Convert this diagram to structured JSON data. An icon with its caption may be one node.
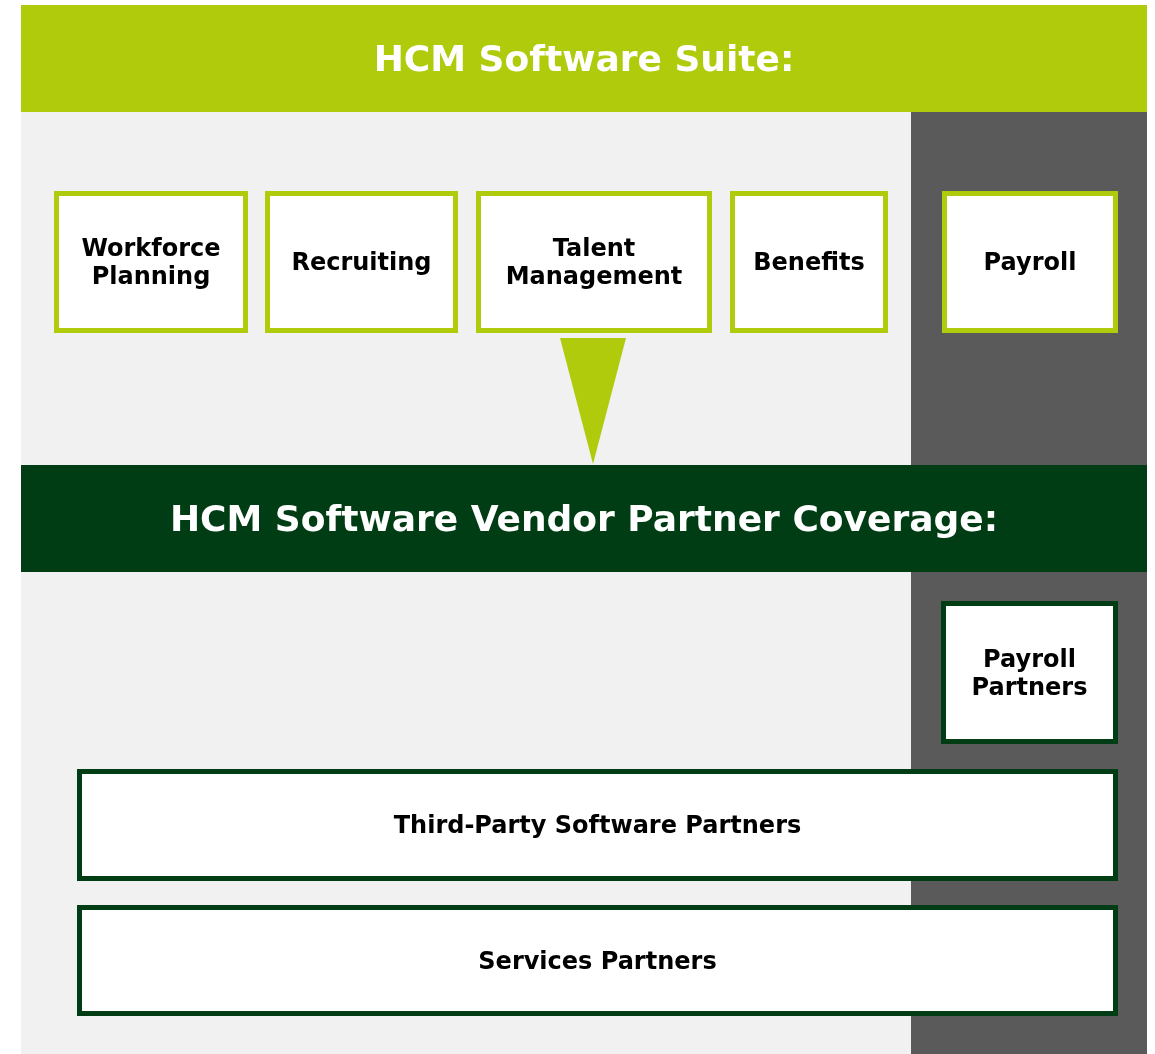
{
  "diagram": {
    "nodes": [
      {
        "text": [
          "HCM Software Suite:"
        ]
      },
      {
        "text": [
          "Workforce Planning"
        ]
      },
      {
        "text": [
          "Recruiting"
        ]
      },
      {
        "text": [
          "Talent Management"
        ]
      },
      {
        "text": [
          "Benefits"
        ]
      },
      {
        "text": [
          "Payroll"
        ]
      },
      {
        "text": [
          "HCM Software Vendor Partner Coverage:"
        ]
      },
      {
        "text": [
          "Payroll Partners"
        ]
      },
      {
        "text": [
          "Third-Party Software Partners"
        ]
      },
      {
        "text": [
          "Services Partners"
        ]
      }
    ],
    "edges": [
      {
        "from": null,
        "to": 6,
        "arrow": "to"
      }
    ]
  }
}
